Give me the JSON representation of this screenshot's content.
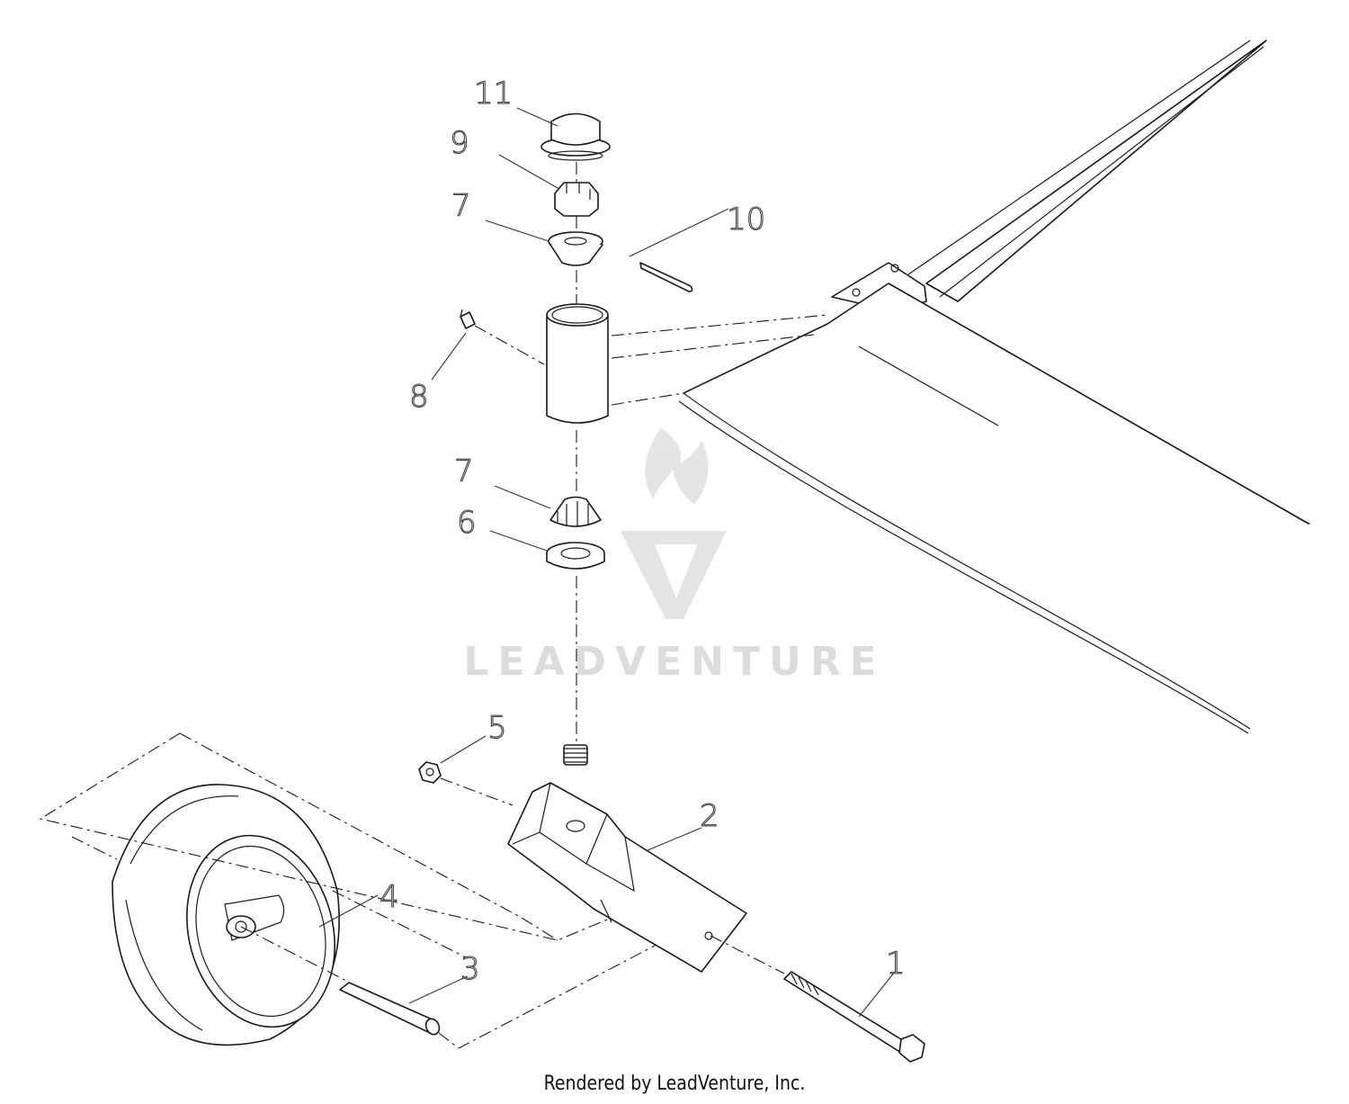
{
  "diagram": {
    "callouts": {
      "c1": "1",
      "c2": "2",
      "c3": "3",
      "c4": "4",
      "c5": "5",
      "c6": "6",
      "c7a": "7",
      "c7b": "7",
      "c8": "8",
      "c9": "9",
      "c10": "10",
      "c11": "11"
    },
    "watermark": "LEADVENTURE"
  },
  "footer": {
    "text": "Rendered by LeadVenture, Inc."
  }
}
